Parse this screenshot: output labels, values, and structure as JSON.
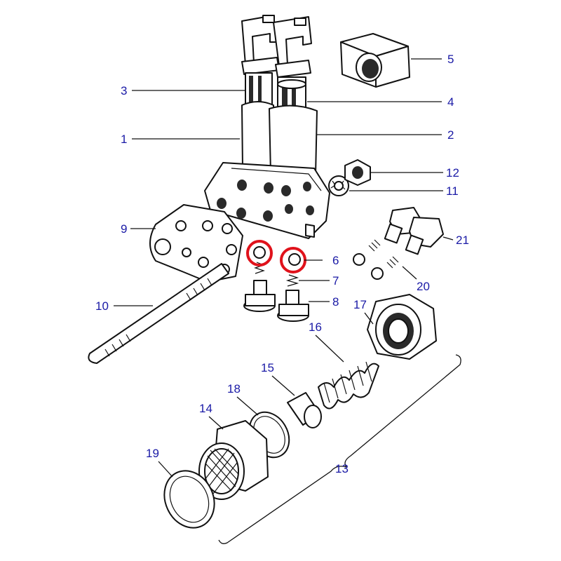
{
  "diagram": {
    "labels": {
      "l1": "1",
      "l2": "2",
      "l3": "3",
      "l4": "4",
      "l5": "5",
      "l6": "6",
      "l7": "7",
      "l8": "8",
      "l9": "9",
      "l10": "10",
      "l11": "11",
      "l12": "12",
      "l13": "13",
      "l14": "14",
      "l15": "15",
      "l16": "16",
      "l17": "17",
      "l18": "18",
      "l19": "19",
      "l20": "20",
      "l21": "21"
    },
    "colors": {
      "label": "#1a1aa6",
      "highlight": "#e0121b",
      "ink": "#111111"
    },
    "highlighted_parts": [
      "6"
    ]
  }
}
